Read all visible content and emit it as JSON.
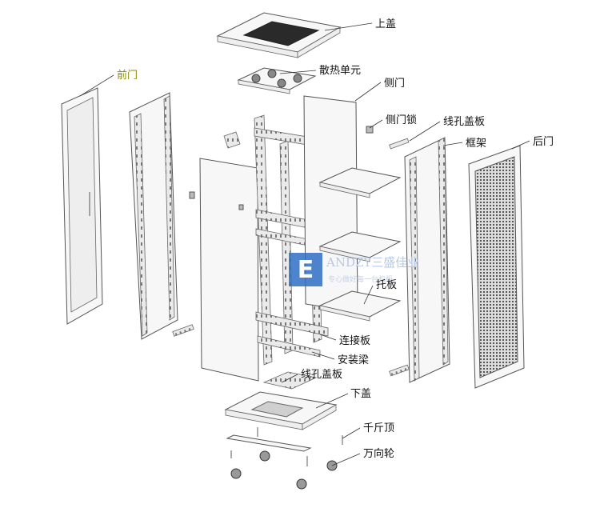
{
  "labels": {
    "top_cover": "上盖",
    "fan_unit": "散热单元",
    "side_door": "侧门",
    "front_door": "前门",
    "side_door_lock": "侧门锁",
    "cable_cover_top": "线孔盖板",
    "frame": "框架",
    "rear_door": "后门",
    "tray": "托板",
    "connecting_plate": "连接板",
    "mounting_beam": "安装梁",
    "cable_cover_bottom": "线孔盖板",
    "bottom_cover": "下盖",
    "leveling_foot": "千斤顶",
    "caster": "万向轮"
  },
  "watermark": {
    "logo_letters": "E",
    "brand": "ANDZY三盛佳业",
    "slogan": "专心做好每一台机柜"
  },
  "colors": {
    "line": "#333333",
    "accent_label": "#8a8a00",
    "watermark_blue": "#2f6fc4"
  }
}
